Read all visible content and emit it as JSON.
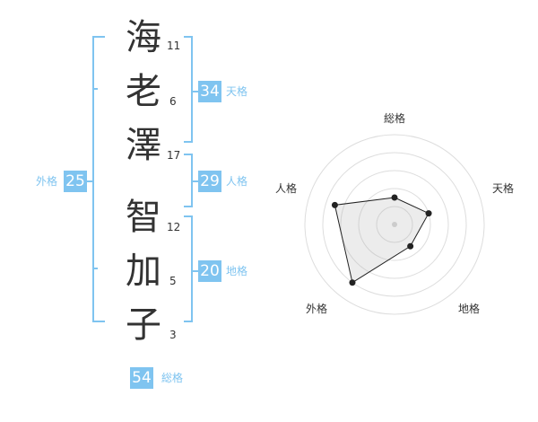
{
  "name": {
    "chars": [
      {
        "char": "海",
        "strokes": "11"
      },
      {
        "char": "老",
        "strokes": "6"
      },
      {
        "char": "澤",
        "strokes": "17"
      },
      {
        "char": "智",
        "strokes": "12"
      },
      {
        "char": "加",
        "strokes": "5"
      },
      {
        "char": "子",
        "strokes": "3"
      }
    ]
  },
  "fortune": {
    "tenkaku": {
      "value": "34",
      "label": "天格"
    },
    "jinkaku": {
      "value": "29",
      "label": "人格"
    },
    "chikaku": {
      "value": "20",
      "label": "地格"
    },
    "gaikaku": {
      "value": "25",
      "label": "外格"
    },
    "soukaku": {
      "value": "54",
      "label": "総格"
    }
  },
  "colors": {
    "accent": "#7fc4f0",
    "text": "#333333"
  },
  "chart_data": {
    "type": "radar",
    "axes": [
      "総格",
      "天格",
      "地格",
      "外格",
      "人格"
    ],
    "values": [
      1.5,
      2,
      1.5,
      4,
      3.5
    ],
    "rlim": [
      0,
      5
    ],
    "grid": true
  }
}
